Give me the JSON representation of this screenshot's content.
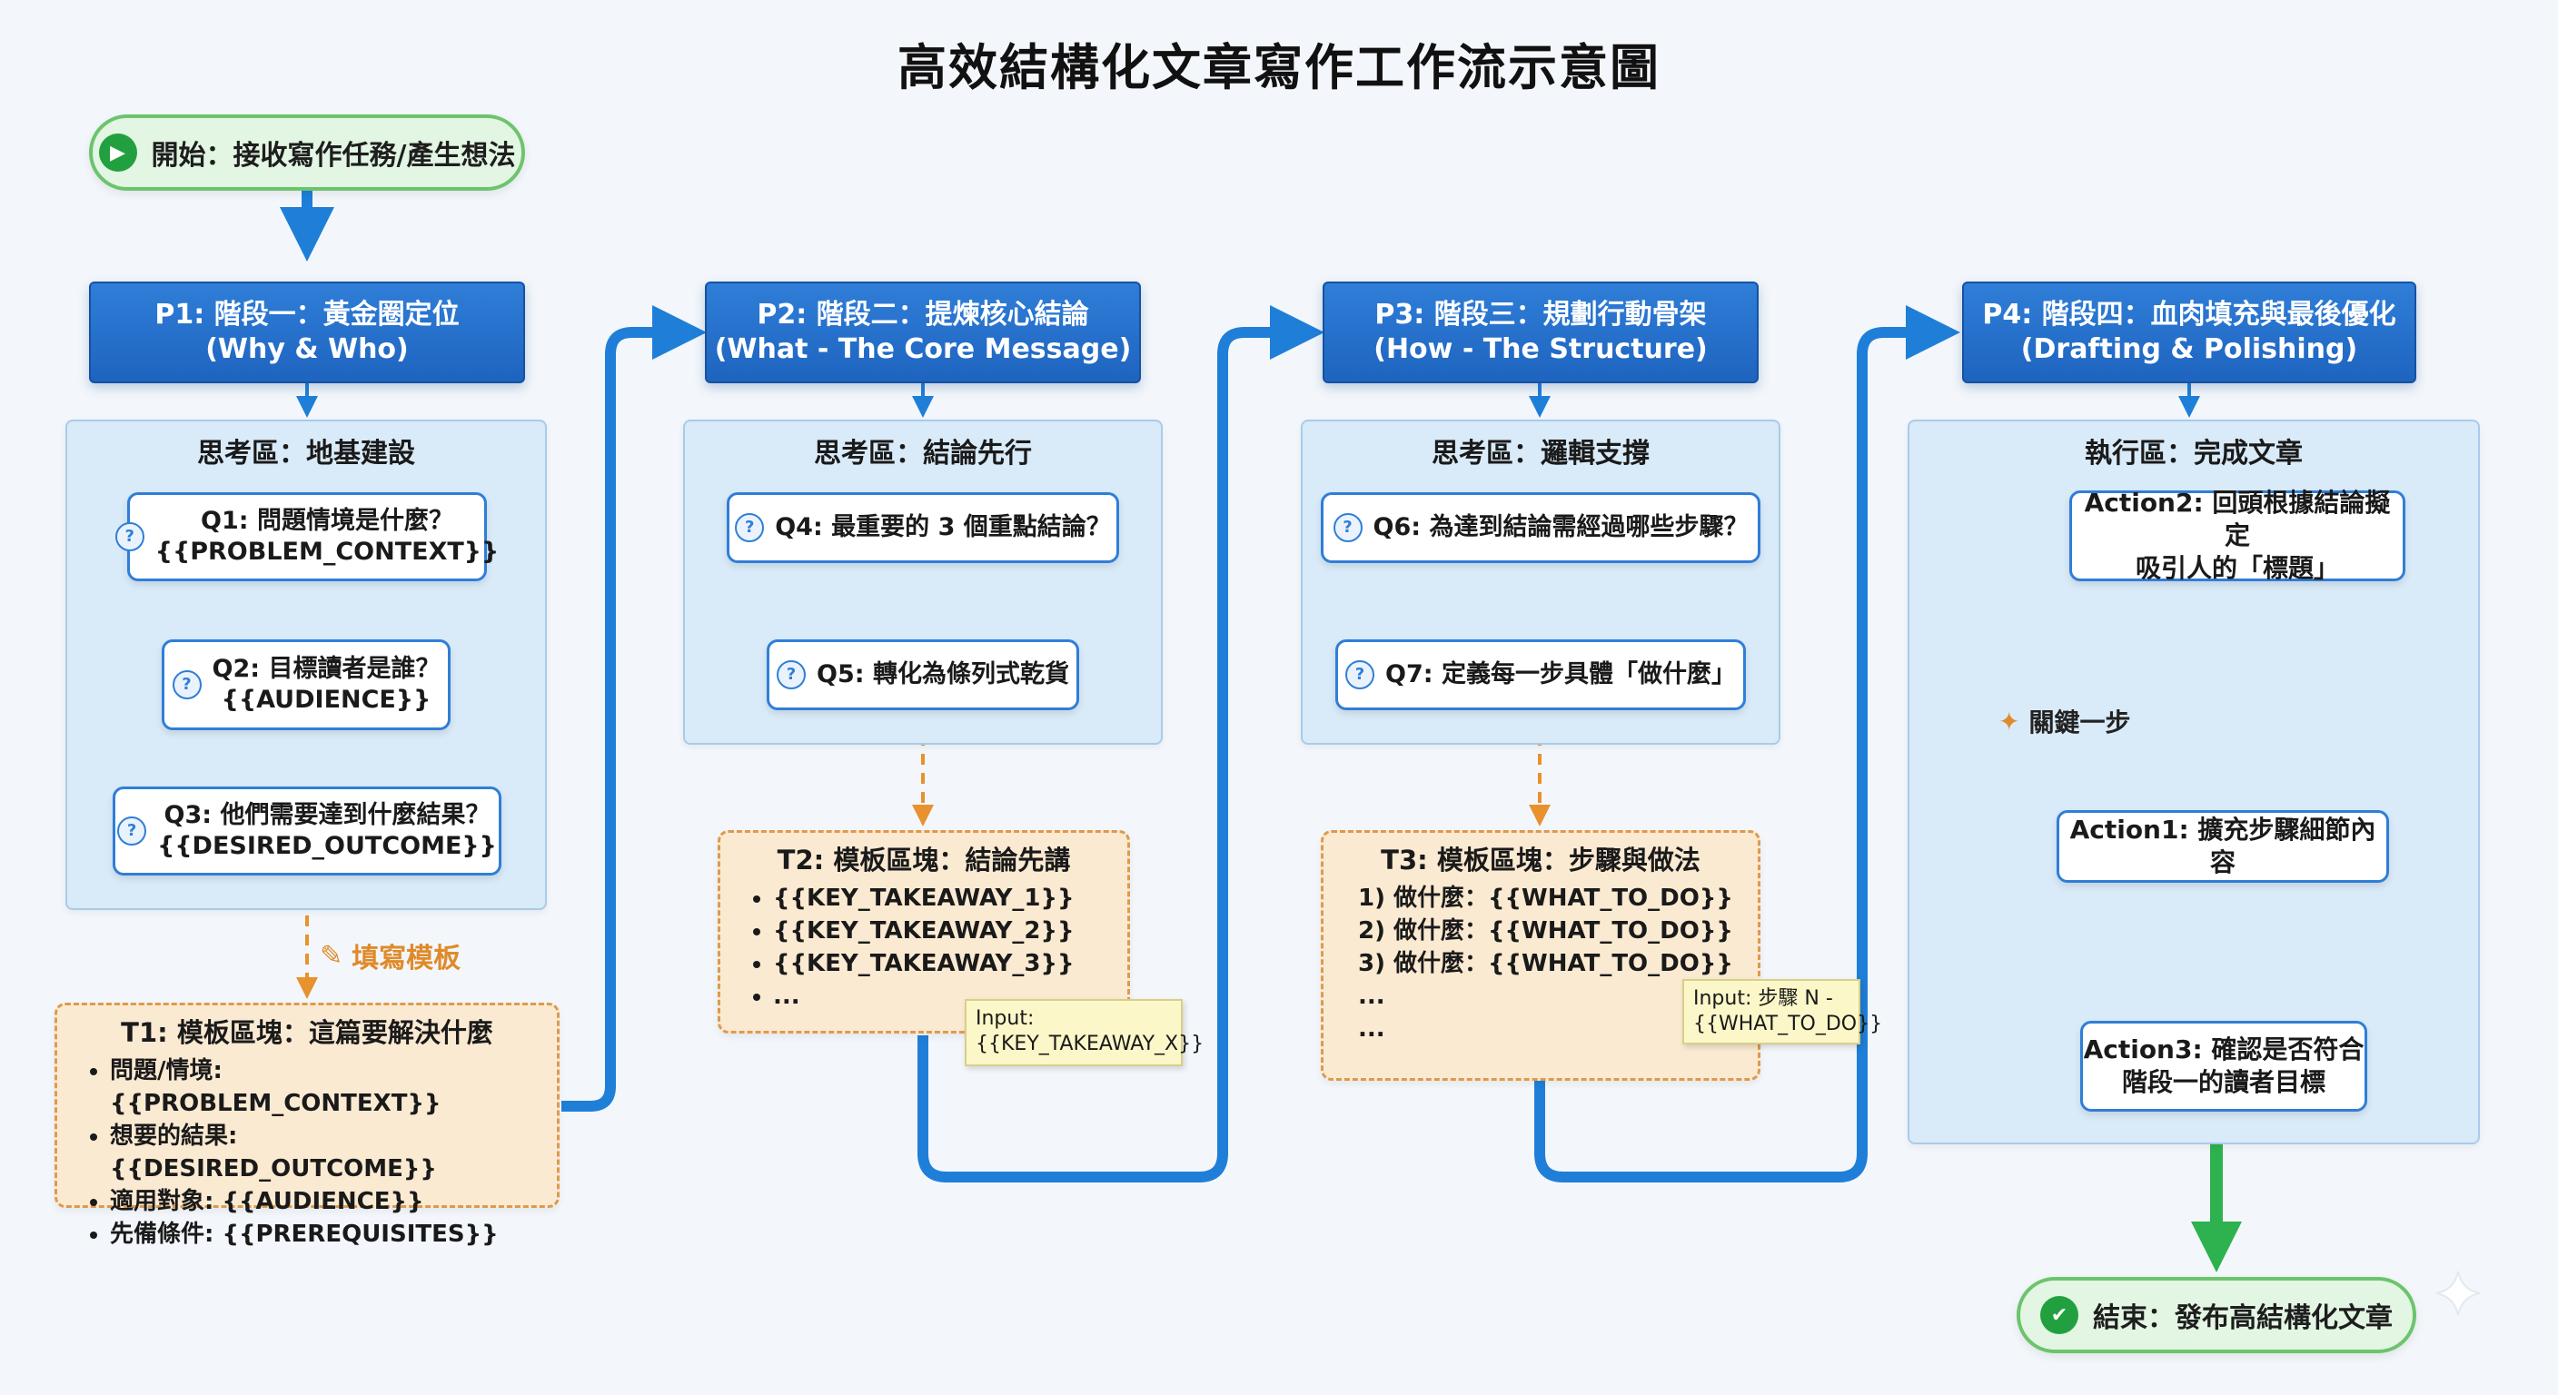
{
  "title": "高效結構化文章寫作工作流示意圖",
  "start": {
    "label": "開始：接收寫作任務/產生想法",
    "icon": "play-icon"
  },
  "end": {
    "label": "結束：發布高結構化文章",
    "icon": "check-icon"
  },
  "phases": [
    {
      "line1": "P1: 階段一：黃金圈定位",
      "line2": "(Why & Who)",
      "zone_title": "思考區：地基建設",
      "questions": [
        {
          "lines": [
            "Q1: 問題情境是什麼？",
            "{{PROBLEM_CONTEXT}}"
          ]
        },
        {
          "lines": [
            "Q2: 目標讀者是誰？",
            "{{AUDIENCE}}"
          ]
        },
        {
          "lines": [
            "Q3: 他們需要達到什麼結果？",
            "{{DESIRED_OUTCOME}}"
          ]
        }
      ],
      "fill_label": "填寫模板",
      "template": {
        "title": "T1: 模板區塊：這篇要解決什麼",
        "items": [
          "問題/情境: {{PROBLEM_CONTEXT}}",
          "想要的結果: {{DESIRED_OUTCOME}}",
          "適用對象: {{AUDIENCE}}",
          "先備條件: {{PREREQUISITES}}"
        ]
      }
    },
    {
      "line1": "P2: 階段二：提煉核心結論",
      "line2": "(What - The Core Message)",
      "zone_title": "思考區：結論先行",
      "questions": [
        {
          "lines": [
            "Q4: 最重要的 3 個重點結論？"
          ]
        },
        {
          "lines": [
            "Q5: 轉化為條列式乾貨"
          ]
        }
      ],
      "template": {
        "title": "T2: 模板區塊：結論先講",
        "items": [
          "{{KEY_TAKEAWAY_1}}",
          "{{KEY_TAKEAWAY_2}}",
          "{{KEY_TAKEAWAY_3}}",
          "..."
        ]
      },
      "note": [
        "Input:",
        "{{KEY_TAKEAWAY_X}}"
      ]
    },
    {
      "line1": "P3: 階段三：規劃行動骨架",
      "line2": "(How - The Structure)",
      "zone_title": "思考區：邏輯支撐",
      "questions": [
        {
          "lines": [
            "Q6: 為達到結論需經過哪些步驟？"
          ]
        },
        {
          "lines": [
            "Q7: 定義每一步具體「做什麼」"
          ]
        }
      ],
      "template": {
        "title": "T3: 模板區塊：步驟與做法",
        "lines": [
          "1) 做什麼：{{WHAT_TO_DO}}",
          "2) 做什麼：{{WHAT_TO_DO}}",
          "3) 做什麼：{{WHAT_TO_DO}}",
          "...",
          "..."
        ]
      },
      "note": [
        "Input: 步驟 N -",
        "{{WHAT_TO_DO}}"
      ]
    },
    {
      "line1": "P4: 階段四：血肉填充與最後優化",
      "line2": "(Drafting & Polishing)",
      "zone_title": "執行區：完成文章",
      "actions": [
        {
          "lines": [
            "Action2: 回頭根據結論擬定",
            "吸引人的「標題」"
          ]
        },
        {
          "lines": [
            "Action1: 擴充步驟細節內容"
          ]
        },
        {
          "lines": [
            "Action3: 確認是否符合",
            "階段一的讀者目標"
          ]
        }
      ],
      "key_label": "關鍵一步"
    }
  ],
  "colors": {
    "blue": "#1f7fd8",
    "orange_dashed": "#e8912e",
    "green": "#2db24f",
    "phase_fill": "#2470cc",
    "zone_fill": "#d9eaf8",
    "template_fill": "#fbead2"
  }
}
